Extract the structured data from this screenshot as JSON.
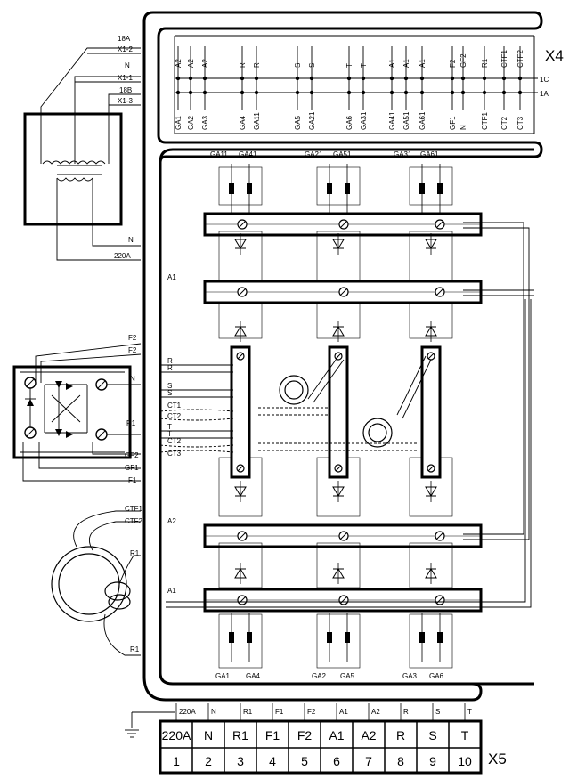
{
  "x4": {
    "title": "X4",
    "row_1c": "1C",
    "row_1a": "1A",
    "top_labels": [
      "A2",
      "A2",
      "A2",
      "R",
      "R",
      "S",
      "S",
      "T",
      "T",
      "A1",
      "A1",
      "A1",
      "F2",
      "GF2",
      "R1",
      "CTF1",
      "CTF2"
    ],
    "bottom_labels": [
      "GA1",
      "GA2",
      "GA3",
      "GA4",
      "GA11",
      "GA5",
      "GA21",
      "GA6",
      "GA31",
      "GA41",
      "GA51",
      "GA61",
      "GF1",
      "N",
      "CTF1",
      "CT2",
      "CT3"
    ]
  },
  "x5": {
    "title": "X5",
    "wire_labels": [
      "220A",
      "N",
      "R1",
      "F1",
      "F2",
      "A1",
      "A2",
      "R",
      "S",
      "T"
    ],
    "names": [
      "220A",
      "N",
      "R1",
      "F1",
      "F2",
      "A1",
      "A2",
      "R",
      "S",
      "T"
    ],
    "numbers": [
      "1",
      "2",
      "3",
      "4",
      "5",
      "6",
      "7",
      "8",
      "9",
      "10"
    ]
  },
  "transformer": {
    "labels": [
      "18A",
      "X1-2",
      "N",
      "X1-1",
      "18B",
      "X1-3",
      "N",
      "220A"
    ]
  },
  "rectifier": {
    "left_labels": [
      "F2",
      "F2",
      "N",
      "R1",
      "GF2",
      "GF1",
      "F1"
    ]
  },
  "ct": {
    "labels": [
      "CTF1",
      "CTF2",
      "R1",
      "R1"
    ]
  },
  "module": {
    "top_gate_labels": [
      "GA11",
      "GA41",
      "GA21",
      "GA51",
      "GA31",
      "GA61"
    ],
    "bottom_gate_labels": [
      "GA1",
      "GA4",
      "GA2",
      "GA5",
      "GA3",
      "GA6"
    ],
    "bus_labels": [
      "A1",
      "A2",
      "A1"
    ],
    "left_wire_labels": [
      "R",
      "R",
      "S",
      "S",
      "CT1",
      "CT2",
      "T",
      "T",
      "CT2",
      "CT3"
    ]
  }
}
